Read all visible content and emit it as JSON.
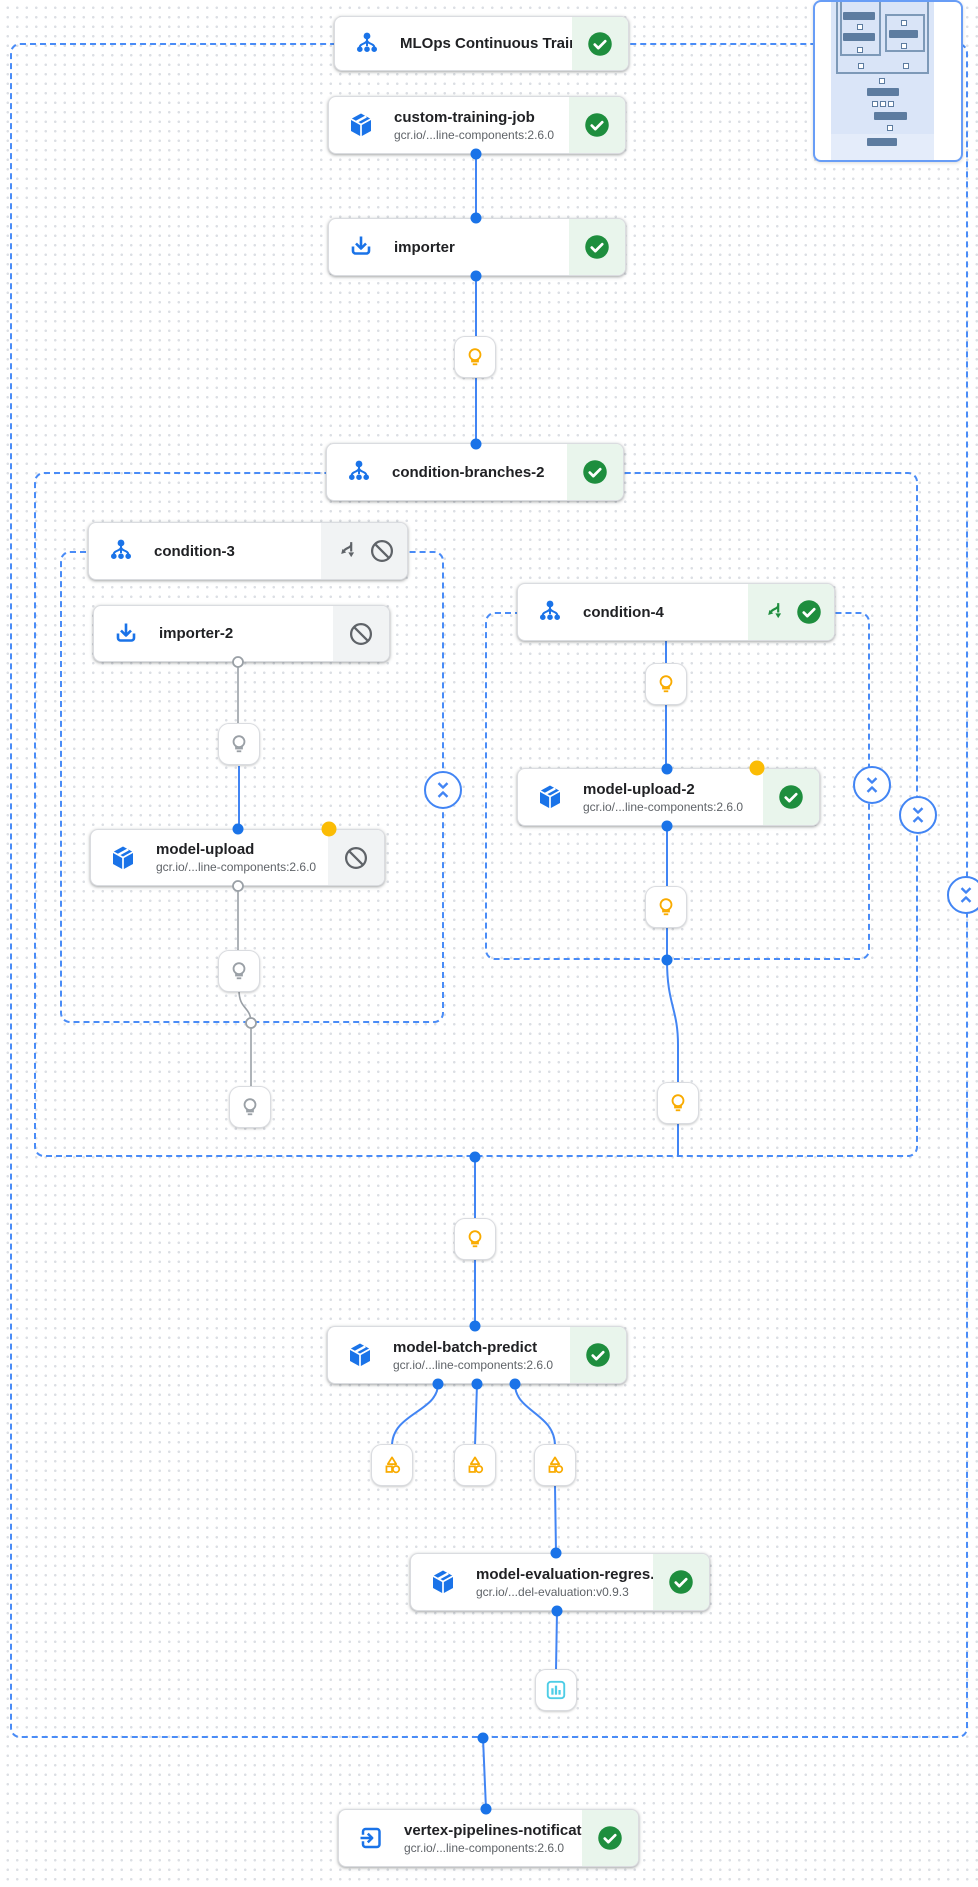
{
  "app": {
    "view": "pipeline-dag-canvas",
    "pipeline_title": "MLOps Continuous Traini..."
  },
  "colors": {
    "dashed_container_blue": "#4a8cf7",
    "edge_blue": "#4285f4",
    "edge_gray": "#9aa0a6",
    "connection_dot_blue": "#1a73e8",
    "status_green": "#1e8e3e",
    "status_green_bg": "#e9f5ec",
    "skipped_gray_bg": "#f1f3f4",
    "skipped_icon_gray": "#5f6368",
    "node_icon_blue": "#1a73e8",
    "lightbulb_yellow": "#f9ab00",
    "lightbulb_gray": "#9aa0a6",
    "artifact_yellow": "#f9ab00",
    "metrics_teal": "#4ecde6",
    "cached_dot_yellow": "#fbbc04",
    "minimap_bar_slate": "#5d7ca0"
  },
  "nodes": {
    "root": {
      "title": "MLOps Continuous Traini...",
      "icon": "dag-icon",
      "status": "succeeded"
    },
    "custom_training_job": {
      "title": "custom-training-job",
      "subtitle": "gcr.io/...line-components:2.6.0",
      "icon": "cube-icon",
      "status": "succeeded"
    },
    "importer": {
      "title": "importer",
      "icon": "download-icon",
      "status": "succeeded"
    },
    "condition_branches_2": {
      "title": "condition-branches-2",
      "icon": "dag-icon",
      "status": "succeeded"
    },
    "condition_3": {
      "title": "condition-3",
      "icon": "dag-icon",
      "status": "skipped"
    },
    "importer_2": {
      "title": "importer-2",
      "icon": "download-icon",
      "status": "skipped"
    },
    "model_upload": {
      "title": "model-upload",
      "subtitle": "gcr.io/...line-components:2.6.0",
      "icon": "cube-icon",
      "status": "skipped",
      "badge": "yellow-dot"
    },
    "condition_4": {
      "title": "condition-4",
      "icon": "dag-icon",
      "status": "succeeded"
    },
    "model_upload_2": {
      "title": "model-upload-2",
      "subtitle": "gcr.io/...line-components:2.6.0",
      "icon": "cube-icon",
      "status": "succeeded",
      "badge": "yellow-dot"
    },
    "model_batch_predict": {
      "title": "model-batch-predict",
      "subtitle": "gcr.io/...line-components:2.6.0",
      "icon": "cube-icon",
      "status": "succeeded"
    },
    "model_evaluation_regression": {
      "title": "model-evaluation-regres...",
      "subtitle": "gcr.io/...del-evaluation:v0.9.3",
      "icon": "cube-icon",
      "status": "succeeded"
    },
    "vertex_pipelines_notification": {
      "title": "vertex-pipelines-notificat...",
      "subtitle": "gcr.io/...line-components:2.6.0",
      "icon": "exit-to-app-icon",
      "status": "succeeded"
    }
  },
  "markers": {
    "execution_marker": "lightbulb-icon",
    "artifact_marker": "shapes-icon",
    "metrics_marker": "metrics-bar-chart-icon",
    "collapse_control": "collapse-chevrons-icon"
  }
}
